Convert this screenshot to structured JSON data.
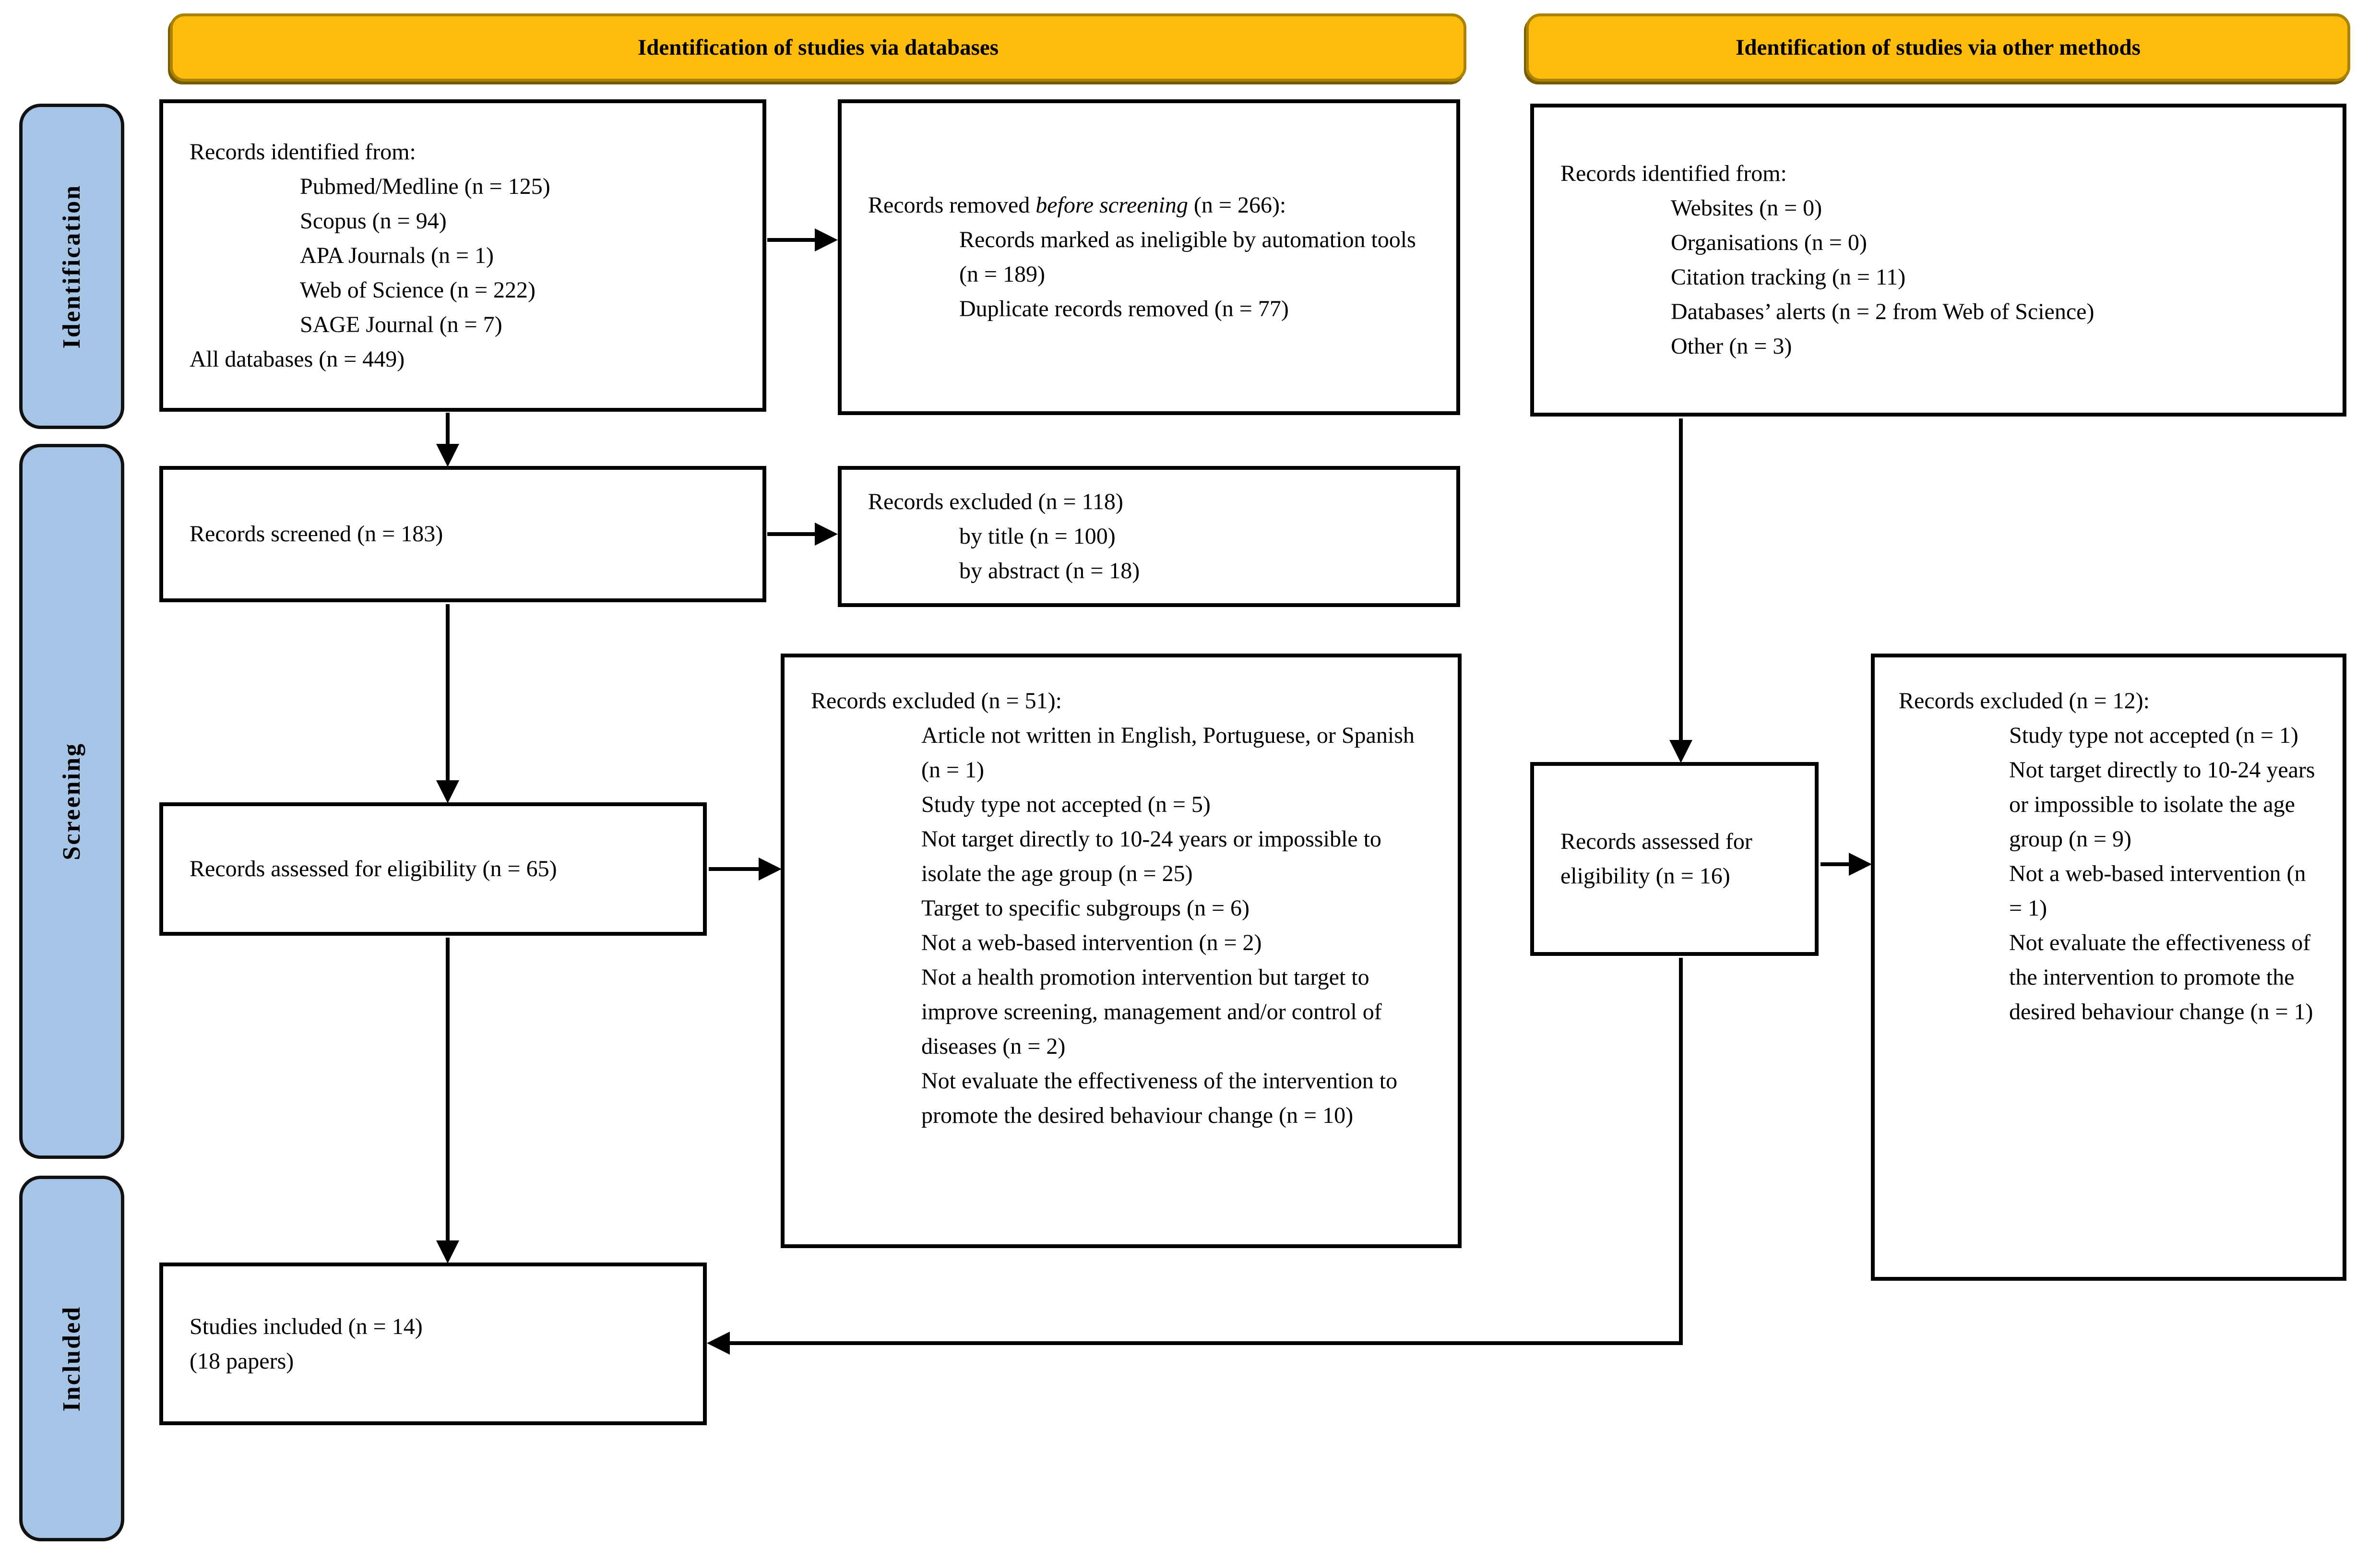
{
  "banners": {
    "databases": "Identification of studies via databases",
    "other_methods": "Identification of studies via other methods"
  },
  "sidebar": {
    "identification": "Identification",
    "screening": "Screening",
    "included": "Included"
  },
  "boxes": {
    "identified_databases": {
      "title": "Records identified from:",
      "items": [
        "Pubmed/Medline (n = 125)",
        "Scopus (n = 94)",
        "APA Journals (n = 1)",
        "Web of Science (n = 222)",
        "SAGE Journal (n = 7)"
      ],
      "footer": "All databases (n = 449)"
    },
    "removed_before_screening": {
      "title_prefix": "Records removed ",
      "title_italic": "before screening",
      "title_suffix": " (n = 266):",
      "items": [
        "Records marked as ineligible by automation tools (n = 189)",
        "Duplicate records removed (n = 77)"
      ]
    },
    "identified_other": {
      "title": "Records identified from:",
      "items": [
        "Websites (n = 0)",
        "Organisations (n = 0)",
        "Citation tracking (n = 11)",
        "Databases’ alerts (n = 2 from Web of Science)",
        "Other (n = 3)"
      ]
    },
    "records_screened": {
      "text": "Records screened (n = 183)"
    },
    "excluded_screening": {
      "title": "Records excluded (n = 118)",
      "items": [
        "by title (n = 100)",
        "by abstract (n = 18)"
      ]
    },
    "excluded_eligibility_databases": {
      "title": "Records excluded (n = 51):",
      "items": [
        "Article not written in English, Portuguese, or Spanish (n = 1)",
        "Study type not accepted (n = 5)",
        "Not target directly to 10-24 years or impossible to isolate the age group (n = 25)",
        "Target to specific subgroups (n = 6)",
        "Not a web-based intervention (n = 2)",
        "Not a health promotion intervention but target to improve screening, management and/or control of diseases (n = 2)",
        "Not evaluate the effectiveness of the intervention to promote the desired behaviour change (n = 10)"
      ]
    },
    "assessed_databases": {
      "text": "Records assessed for eligibility (n = 65)"
    },
    "assessed_other": {
      "text": "Records assessed for eligibility (n = 16)"
    },
    "excluded_eligibility_other": {
      "title": "Records excluded (n = 12):",
      "items": [
        "Study type not accepted (n = 1)",
        "Not target directly to 10-24 years or impossible to isolate the age group (n = 9)",
        "Not a web-based intervention (n = 1)",
        "Not evaluate the effectiveness of the intervention to promote the desired behaviour change (n = 1)"
      ]
    },
    "studies_included": {
      "line1": "Studies included (n = 14)",
      "line2": "(18 papers)"
    }
  },
  "colors": {
    "banner_fill": "#FCBB0D",
    "banner_border": "#A98200",
    "stage_fill": "#A6C4E6",
    "box_border": "#000000"
  }
}
